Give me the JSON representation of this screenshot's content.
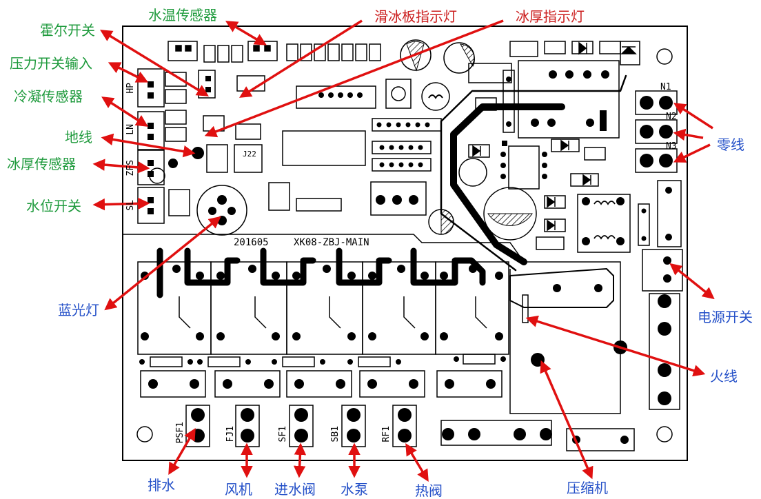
{
  "colors": {
    "annot_green": "#1e9a3c",
    "annot_red": "#cc1f1f",
    "annot_blue": "#2450c8",
    "arrow": "#e01010",
    "silk": "#000000"
  },
  "board": {
    "revision": "201605",
    "model": "XK08-ZBJ-MAIN",
    "connectors": {
      "hp": "HP",
      "ln": "LN",
      "zfs": "ZFS",
      "sl": "SL",
      "j22": "J22",
      "n1": "N1",
      "n2": "N2",
      "n3": "N3",
      "psf1": "PSF1",
      "fj1": "FJ1",
      "sf1": "SF1",
      "sb1": "SB1",
      "rf1": "RF1"
    }
  },
  "annotations": {
    "hall_switch": "霍尔开关",
    "water_temp_sensor": "水温传感器",
    "ice_slide_light": "滑冰板指示灯",
    "ice_thick_light": "冰厚指示灯",
    "pressure_switch_input": "压力开关输入",
    "condenser_sensor": "冷凝传感器",
    "ground_wire": "地线",
    "ice_thick_sensor": "冰厚传感器",
    "water_level_switch": "水位开关",
    "blue_light": "蓝光灯",
    "neutral_wire": "零线",
    "power_switch": "电源开关",
    "live_wire": "火线",
    "compressor": "压缩机",
    "drain": "排水",
    "fan": "风机",
    "water_inlet_valve": "进水阀",
    "water_pump": "水泵",
    "hot_valve": "热阀"
  }
}
